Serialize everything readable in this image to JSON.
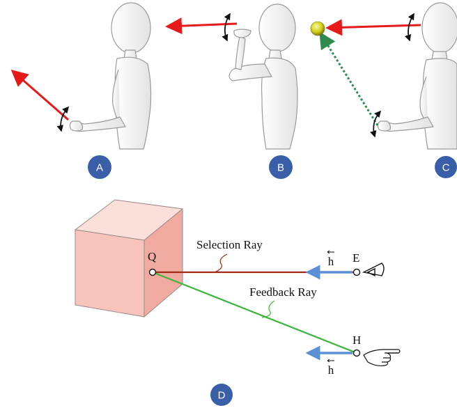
{
  "panels": {
    "a": {
      "label": "A"
    },
    "b": {
      "label": "B"
    },
    "c": {
      "label": "C"
    },
    "d": {
      "label": "D"
    }
  },
  "diagram": {
    "point_q": "Q",
    "point_e": "E",
    "point_h": "H",
    "h_vector_top": "h",
    "h_vector_bottom": "h",
    "selection_ray_label": "Selection Ray",
    "feedback_ray_label": "Feedback Ray"
  },
  "colors": {
    "badge": "#3a5ea8",
    "pointing_ray": "#e51b1b",
    "selection_ray": "#a02a16",
    "feedback_ray": "#3cb43c",
    "dotted_ray": "#2e8b4e",
    "h_vector": "#5b8fd6",
    "cube_front": "#f6c4bb",
    "cube_top": "#fbe0da",
    "cube_side": "#f0aa9f",
    "target_ball": "#d4d11a"
  },
  "icons": [
    "eye-icon",
    "pointing-hand-icon",
    "rotation-arrow-icon"
  ]
}
